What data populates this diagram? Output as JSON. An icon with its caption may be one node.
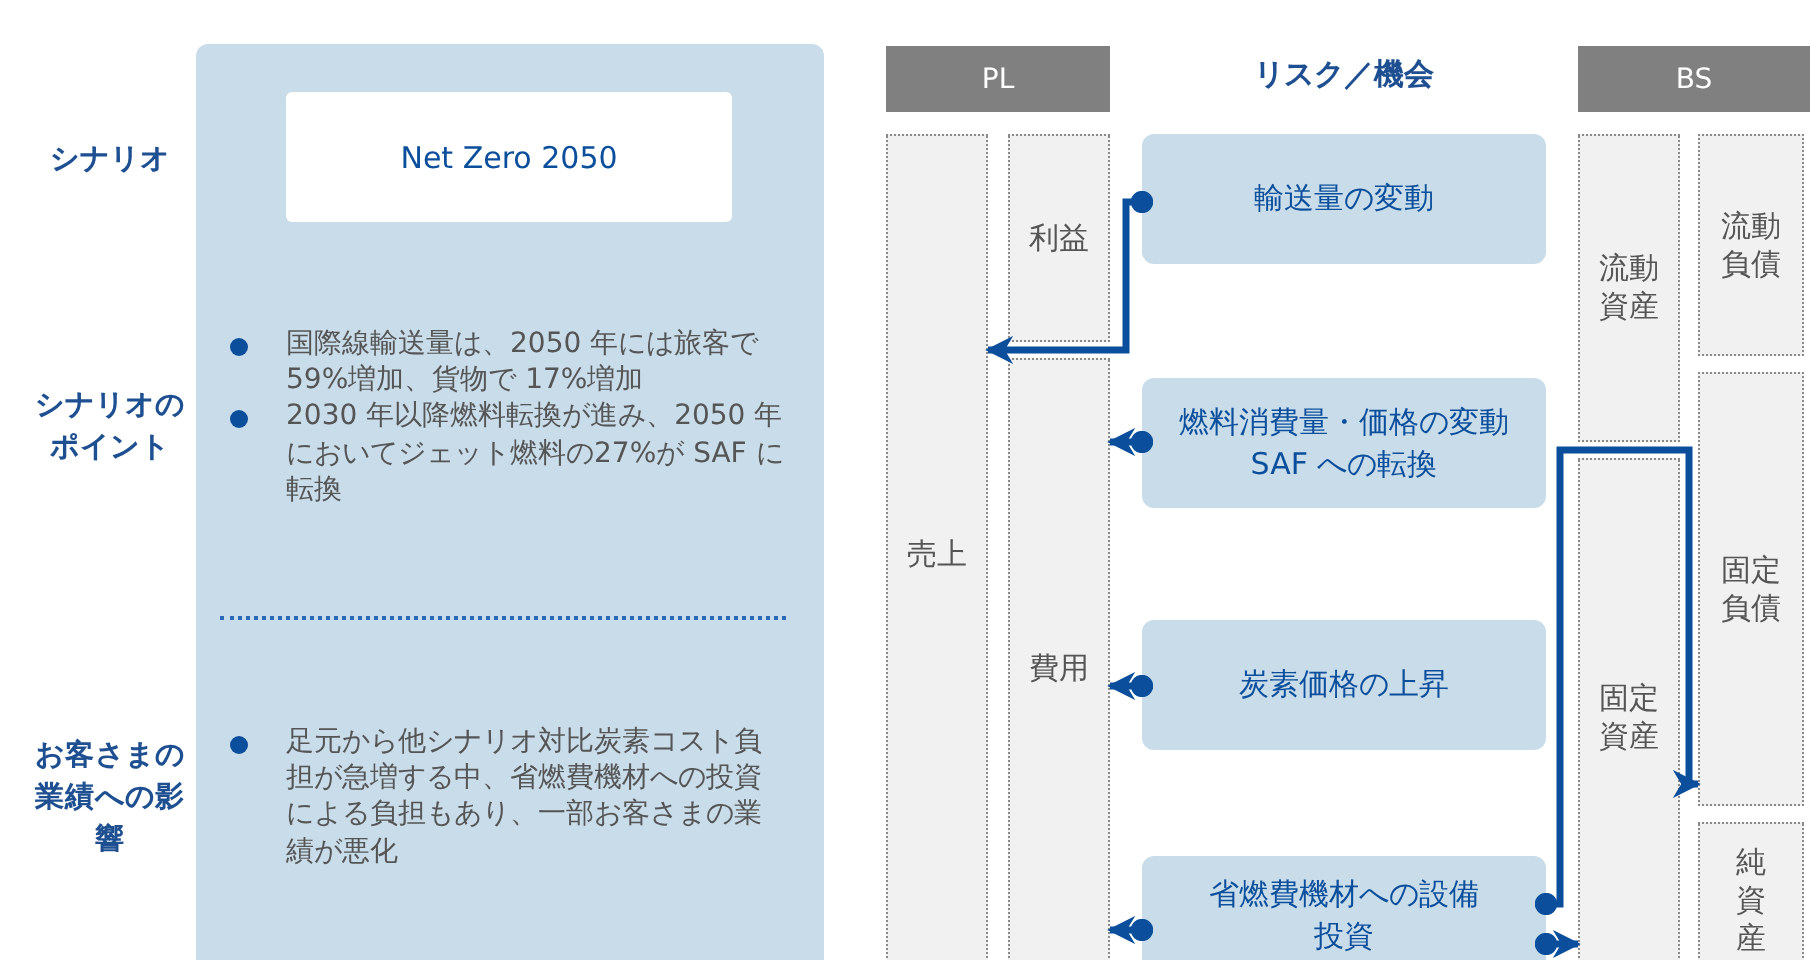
{
  "diagram": {
    "nodes": [
      {
        "text": [
          "Net Zero 2050"
        ]
      },
      {
        "text": [
          "PL"
        ]
      },
      {
        "text": [
          "BS"
        ]
      },
      {
        "text": [
          "売上"
        ]
      },
      {
        "text": [
          "利益"
        ]
      },
      {
        "text": [
          "費用"
        ]
      },
      {
        "text": [
          "輸送量の変動"
        ]
      },
      {
        "text": [
          "燃料消費量・価格の変動SAF への転換"
        ]
      },
      {
        "text": [
          "炭素価格の上昇"
        ]
      },
      {
        "text": [
          "省燃費機材への設備投資"
        ]
      },
      {
        "text": [
          "流動資産"
        ]
      },
      {
        "text": [
          "固定資産"
        ]
      },
      {
        "text": [
          "流動負債"
        ]
      },
      {
        "text": [
          "固定負債"
        ]
      },
      {
        "text": [
          "純資産"
        ]
      }
    ],
    "edges": [
      {
        "from": 6,
        "to": 3,
        "arrow": "to"
      },
      {
        "from": 7,
        "to": 5,
        "arrow": "to"
      },
      {
        "from": 8,
        "to": 5,
        "arrow": "to"
      },
      {
        "from": 9,
        "to": 5,
        "arrow": "to"
      },
      {
        "from": 9,
        "to": 13,
        "arrow": "to"
      },
      {
        "from": 9,
        "to": 11,
        "arrow": "to"
      }
    ],
    "labels": [
      "シナリオ",
      "リスク／機会",
      "シナリオのポイント",
      "国際線輸送量は、2050 年には旅客で 59%増加、貨物で 17%増加",
      "2030 年以降燃料転換が進み、2050 年においてジェット燃料の27%が SAF に転換",
      "お客さまの業績への影響",
      "足元から他シナリオ対比炭素コスト負担が急増する中、省燃費機材への投資による負担もあり、一部お客さまの業績が悪化"
    ]
  }
}
